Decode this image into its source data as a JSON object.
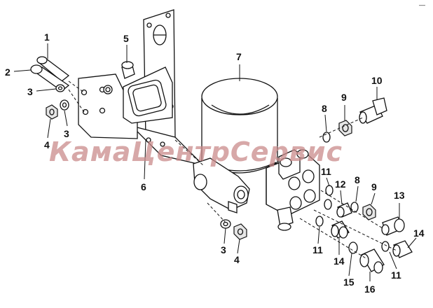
{
  "corner_mark": "—",
  "watermark": "КамаЦентрСервис",
  "labels": {
    "l1": "1",
    "l2": "2",
    "l3a": "3",
    "l3b": "3",
    "l3c": "3",
    "l4a": "4",
    "l4b": "4",
    "l5": "5",
    "l6": "6",
    "l7": "7",
    "l8a": "8",
    "l8b": "8",
    "l9a": "9",
    "l9b": "9",
    "l10": "10",
    "l11a": "11",
    "l11b": "11",
    "l11c": "11",
    "l12": "12",
    "l13": "13",
    "l14a": "14",
    "l14b": "14",
    "l15": "15",
    "l16": "16"
  },
  "colors": {
    "line": "#111111",
    "watermark": "#c98b8b",
    "background": "#ffffff"
  }
}
